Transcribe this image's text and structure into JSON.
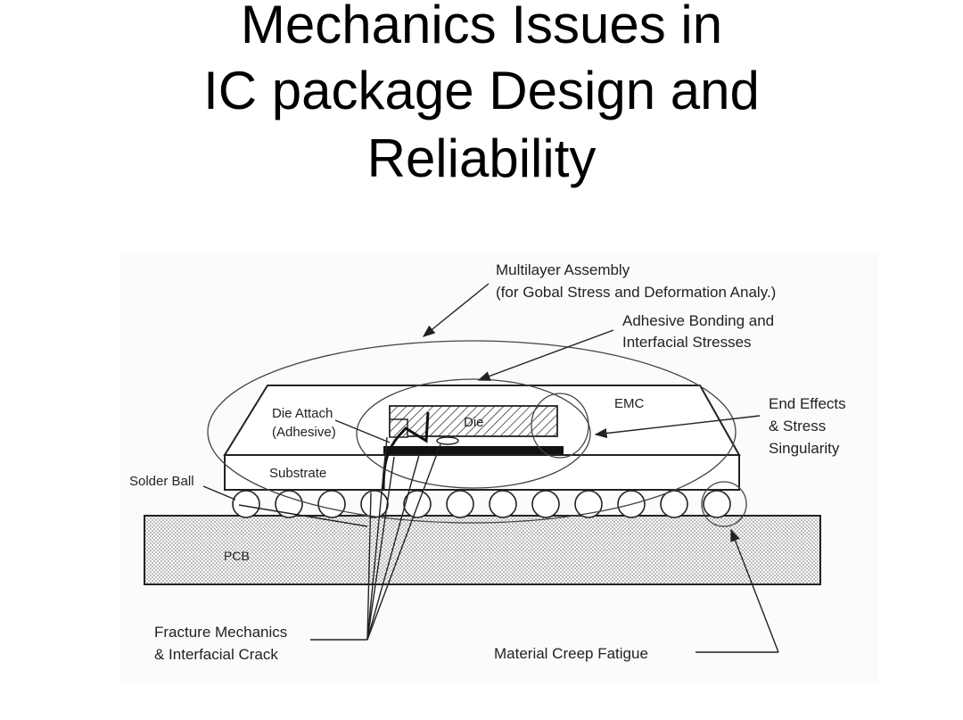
{
  "slide": {
    "title_lines": [
      "Mechanics Issues in",
      "IC package Design and",
      "Reliability"
    ]
  },
  "diagram": {
    "labels": {
      "multilayer_line1": "Multilayer Assembly",
      "multilayer_line2": "(for Gobal Stress and Deformation Analy.)",
      "adhesive_line1": "Adhesive Bonding and",
      "adhesive_line2": "Interfacial Stresses",
      "end_effects_line1": "End Effects",
      "end_effects_line2": "& Stress",
      "end_effects_line3": "Singularity",
      "emc": "EMC",
      "die": "Die",
      "die_attach_line1": "Die Attach",
      "die_attach_line2": "(Adhesive)",
      "substrate": "Substrate",
      "solder_ball": "Solder Ball",
      "pcb": "PCB",
      "fracture_line1": "Fracture Mechanics",
      "fracture_line2": "& Interfacial Crack",
      "creep": "Material Creep Fatigue"
    },
    "colors": {
      "ink": "#222222",
      "background": "#fbfbfb"
    }
  }
}
